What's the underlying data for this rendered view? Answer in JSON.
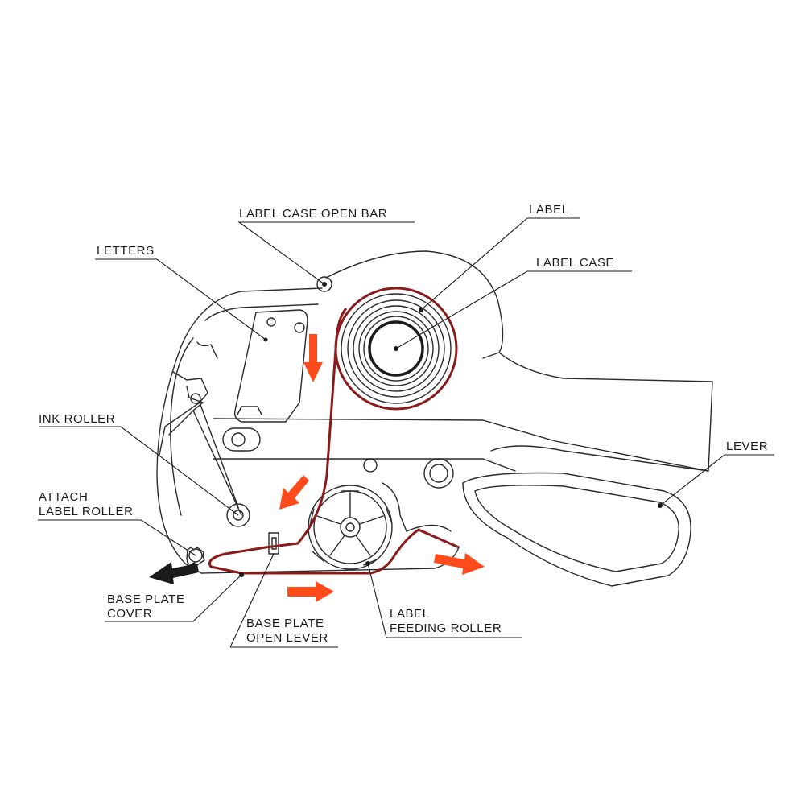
{
  "labels": {
    "label_case_open_bar": "LABEL CASE OPEN BAR",
    "label": "LABEL",
    "label_case": "LABEL CASE",
    "letters": "LETTERS",
    "ink_roller": "INK ROLLER",
    "lever": "LEVER",
    "attach_label_roller_1": "ATTACH",
    "attach_label_roller_2": "LABEL ROLLER",
    "base_plate_cover_1": "BASE PLATE",
    "base_plate_cover_2": "COVER",
    "base_plate_open_lever_1": "BASE PLATE",
    "base_plate_open_lever_2": "OPEN LEVER",
    "label_feeding_roller_1": "LABEL",
    "label_feeding_roller_2": "FEEDING ROLLER"
  },
  "colors": {
    "label_tape": "#8b1a1a",
    "flow_arrow": "#ff4a1c",
    "eject_arrow": "#1a1a1a"
  }
}
